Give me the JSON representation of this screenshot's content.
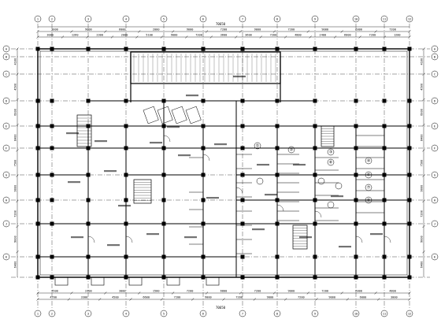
{
  "drawing": {
    "overall_dim": "70650",
    "top_dims_outer": [
      "3000",
      "9000",
      "6000",
      "2000",
      "9000",
      "7200",
      "9000",
      "7200",
      "9000",
      "6000",
      "7200"
    ],
    "top_dims_inner": [
      "3000",
      "1260",
      "2300",
      "2000",
      "5100",
      "9000",
      "7200",
      "3600",
      "3600",
      "7200",
      "4800",
      "2400",
      "6000",
      "7200",
      "1200"
    ],
    "bottom_dims_outer": [
      "4700",
      "3300",
      "4500",
      "6600",
      "7200",
      "9000",
      "7200",
      "9000",
      "7200",
      "9000",
      "6000",
      "3000"
    ],
    "bottom_dims_inner": [
      "4500",
      "2400",
      "3000",
      "1500",
      "7200",
      "6800",
      "7200",
      "9000",
      "7200",
      "6000",
      "4800"
    ],
    "left_dims": [
      "4100",
      "4500",
      "6000",
      "8400",
      "7500",
      "9000",
      "7200",
      "9000",
      "6400"
    ],
    "right_dims": [
      "4100",
      "4500",
      "6000",
      "8400",
      "7500",
      "9000",
      "7200",
      "9000",
      "6400"
    ],
    "grid_labels_top": [
      "1",
      "2",
      "3",
      "4",
      "5",
      "6",
      "7",
      "8",
      "9",
      "10",
      "11",
      "12"
    ],
    "grid_labels_left": [
      "A",
      "B",
      "C",
      "D",
      "E",
      "F",
      "G",
      "H",
      "J",
      "K"
    ],
    "room_codes": [
      "①",
      "②",
      "③",
      "④",
      "⑤",
      "⑥",
      "⑦",
      "⑧"
    ]
  }
}
